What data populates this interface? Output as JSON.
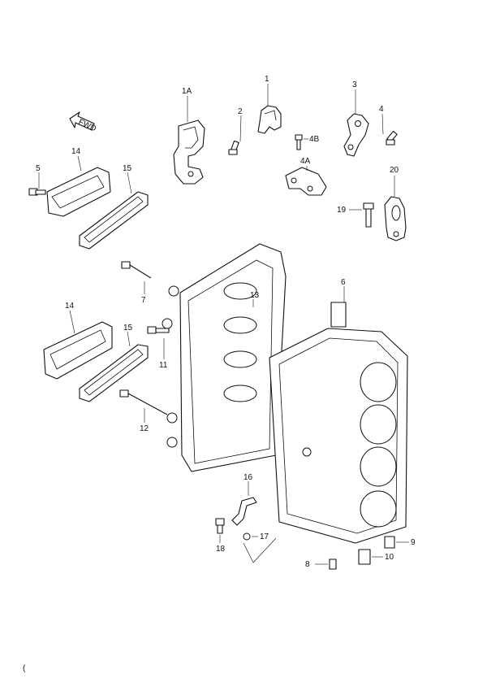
{
  "diagram": {
    "fwd_label": "FWD",
    "footer_mark": "(",
    "callouts": {
      "p1A": "1A",
      "p1": "1",
      "p2": "2",
      "p3": "3",
      "p4": "4",
      "p4B": "4B",
      "p4A": "4A",
      "p5": "5",
      "p14_top": "14",
      "p15_top": "15",
      "p20": "20",
      "p19": "19",
      "p7": "7",
      "p13": "13",
      "p6": "6",
      "p14_mid": "14",
      "p15_mid": "15",
      "p11": "11",
      "p12": "12",
      "p16": "16",
      "p17": "17",
      "p18": "18",
      "p9": "9",
      "p10": "10",
      "p8": "8"
    }
  },
  "colors": {
    "line": "#111111",
    "background": "#ffffff"
  }
}
